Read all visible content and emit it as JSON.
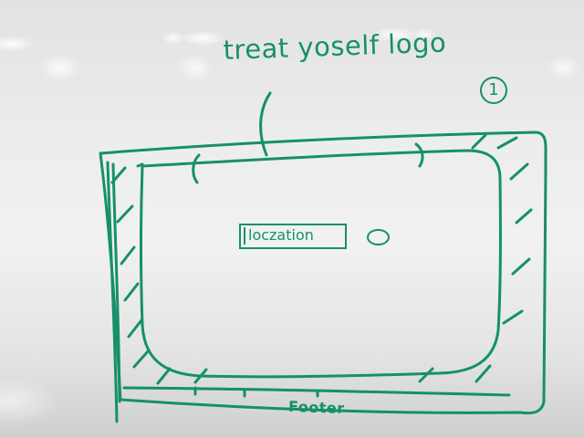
{
  "whiteboard": {
    "title_note": "treat yoself logo",
    "page_number": "1",
    "location_field_label": "loczation",
    "footer_label": "Footer"
  },
  "colors": {
    "marker_ink": "#15906a",
    "board_surface": "#ecedeb"
  }
}
